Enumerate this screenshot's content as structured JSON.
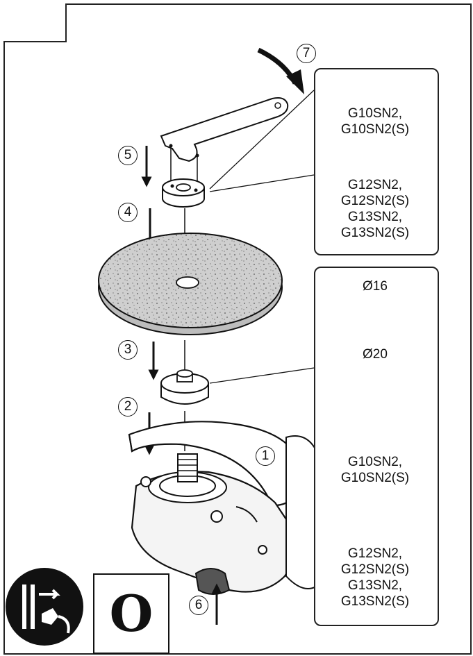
{
  "steps": {
    "s1": "1",
    "s2": "2",
    "s3": "3",
    "s4": "4",
    "s5": "5",
    "s6": "6",
    "s7": "7"
  },
  "top_panel": {
    "model_a_line1": "G10SN2,",
    "model_a_line2": "G10SN2(S)",
    "model_b_line1": "G12SN2,",
    "model_b_line2": "G12SN2(S)",
    "model_b_line3": "G13SN2,",
    "model_b_line4": "G13SN2(S)"
  },
  "bottom_panel": {
    "dim_inner": "Ø16",
    "dim_outer": "Ø20",
    "model_a_line1": "G10SN2,",
    "model_a_line2": "G10SN2(S)",
    "model_b_line1": "G12SN2,",
    "model_b_line2": "G12SN2(S)",
    "model_b_line3": "G13SN2,",
    "model_b_line4": "G13SN2(S)"
  },
  "symbols": {
    "lock_letter": "O",
    "unplug_icon": "unplug-warning-icon"
  }
}
